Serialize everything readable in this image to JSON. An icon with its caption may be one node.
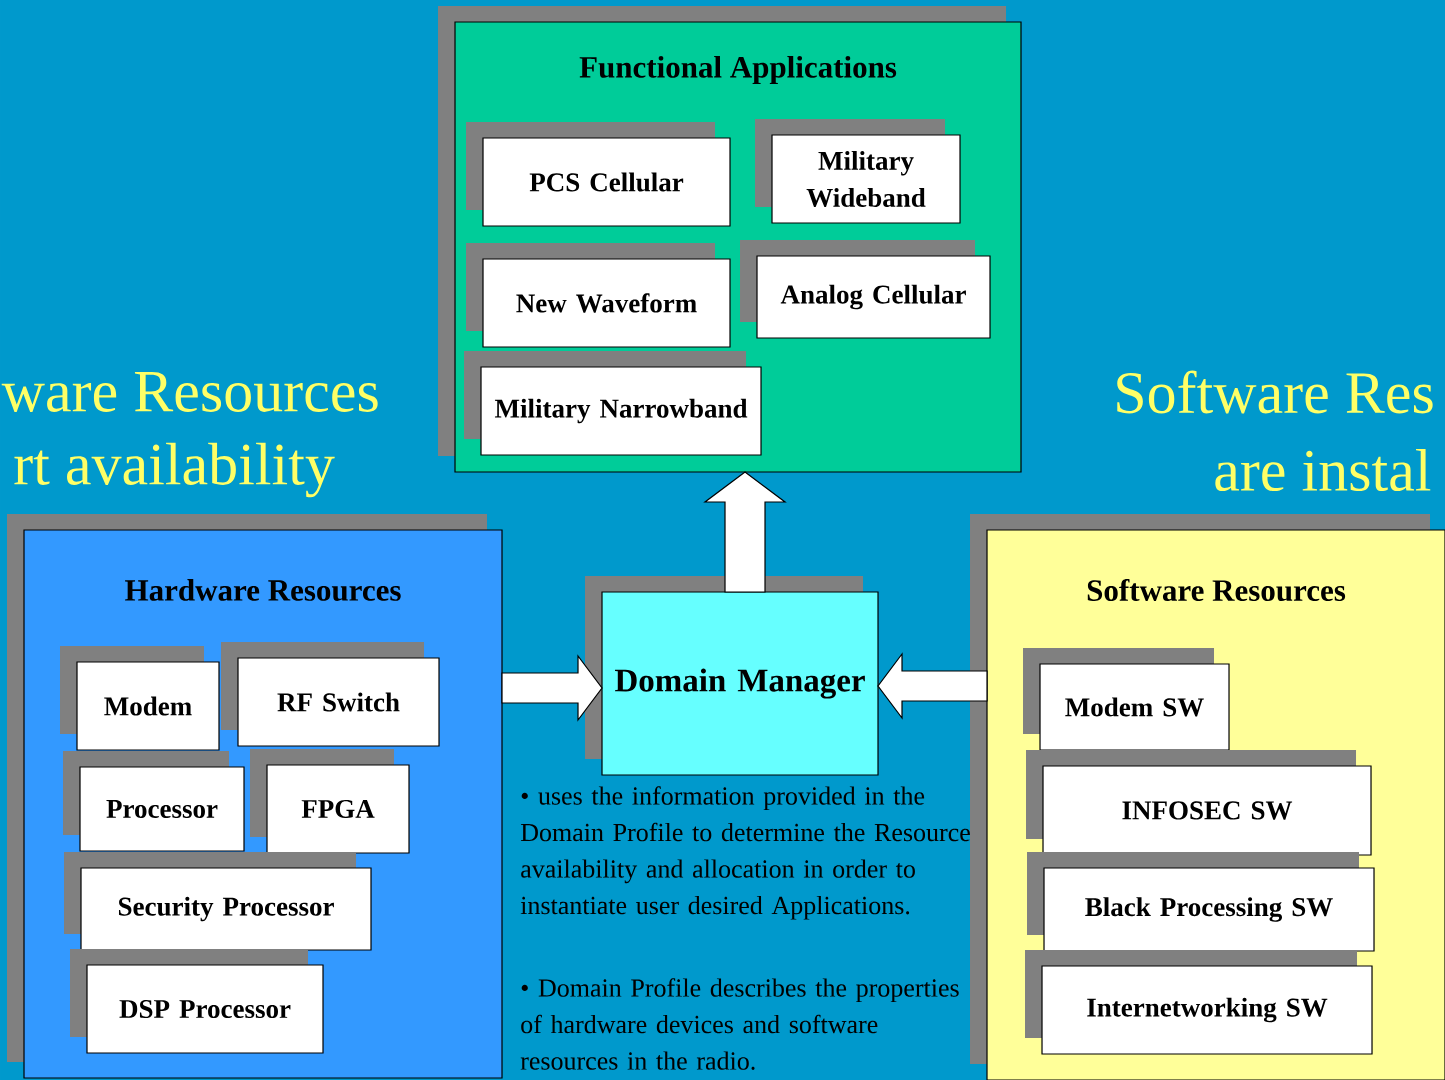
{
  "diagram": {
    "nodes": [
      {
        "text": [
          "Functional Applications"
        ]
      },
      {
        "text": [
          "PCS Cellular"
        ],
        "in": 0
      },
      {
        "text": [
          "Military Wideband"
        ],
        "in": 0
      },
      {
        "text": [
          "New Waveform"
        ],
        "in": 0
      },
      {
        "text": [
          "Analog Cellular"
        ],
        "in": 0
      },
      {
        "text": [
          "Military Narrowband"
        ],
        "in": 0
      },
      {
        "text": [
          "Hardware Resources"
        ]
      },
      {
        "text": [
          "Modem"
        ],
        "in": 6
      },
      {
        "text": [
          "RF Switch"
        ],
        "in": 6
      },
      {
        "text": [
          "Processor"
        ],
        "in": 6
      },
      {
        "text": [
          "FPGA"
        ],
        "in": 6
      },
      {
        "text": [
          "Security Processor"
        ],
        "in": 6
      },
      {
        "text": [
          "DSP Processor"
        ],
        "in": 6
      },
      {
        "text": [
          "Domain Manager"
        ]
      },
      {
        "text": [
          "Software Resources"
        ]
      },
      {
        "text": [
          "Modem SW"
        ],
        "in": 14
      },
      {
        "text": [
          "INFOSEC SW"
        ],
        "in": 14
      },
      {
        "text": [
          "Black Processing SW"
        ],
        "in": 14
      },
      {
        "text": [
          "Internetworking SW"
        ],
        "in": 14
      }
    ],
    "edges": [
      {
        "from": 6,
        "to": 13,
        "arrow": "to"
      },
      {
        "from": 14,
        "to": 13,
        "arrow": "to"
      },
      {
        "from": 13,
        "to": 0,
        "arrow": "to"
      }
    ],
    "labels": [
      "ware Resources",
      "rt availability",
      "Software Res",
      "are instal",
      "• uses the information provided in the Domain Profile to determine the Resource availability and allocation in order to instantiate user desired Applications.",
      "• Domain Profile describes the properties of hardware devices and software resources in the radio."
    ]
  }
}
